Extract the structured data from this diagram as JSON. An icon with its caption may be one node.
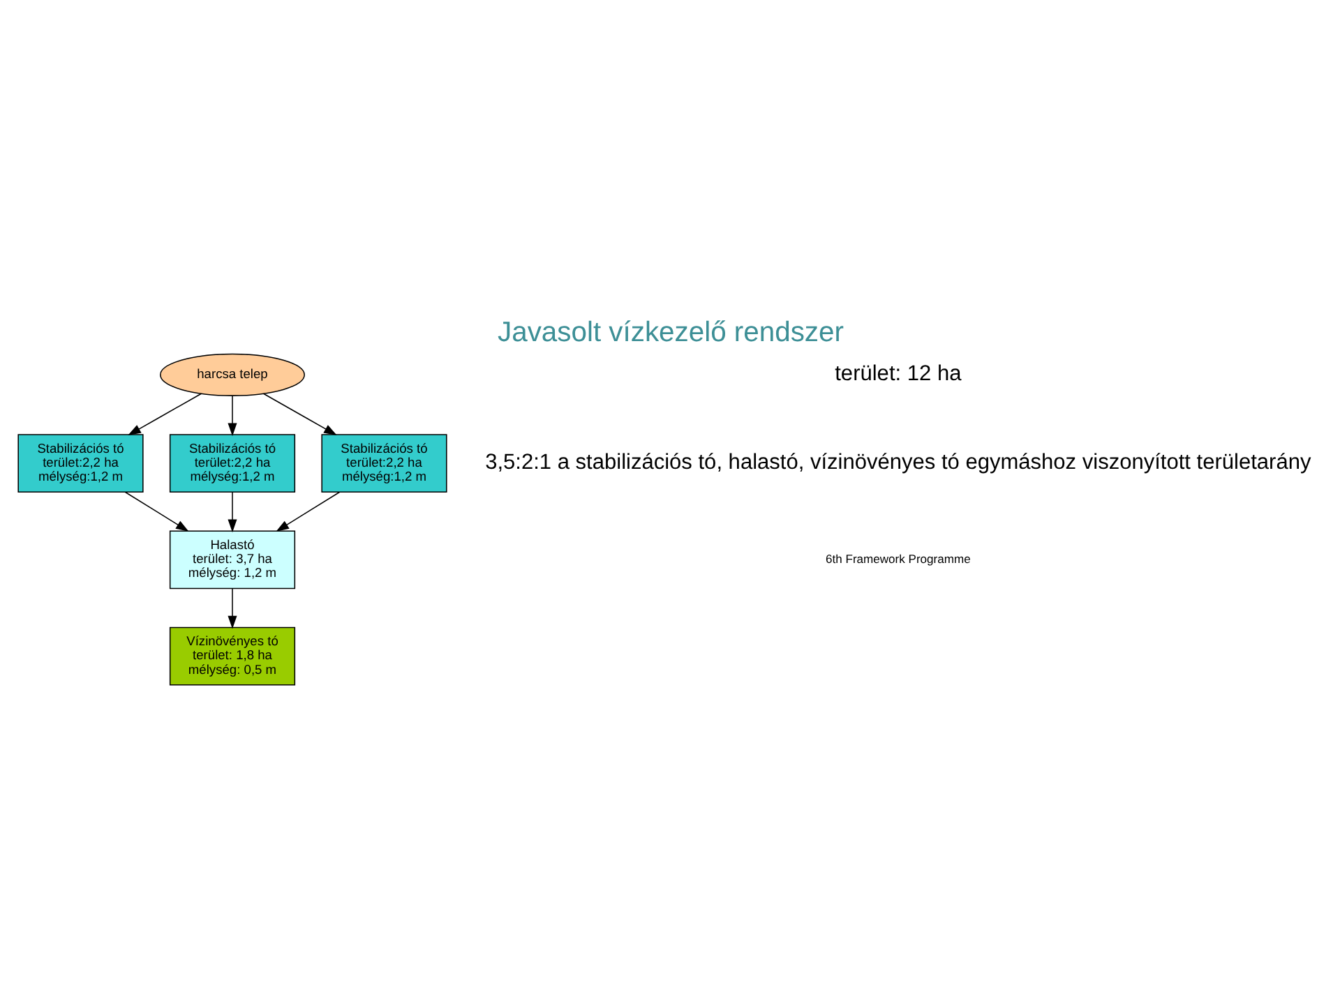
{
  "diagram": {
    "title": "Javasolt vízkezelő rendszer",
    "nodes": [
      {
        "text": [
          "harcsa telep"
        ]
      },
      {
        "text": [
          "Stabilizációs tó",
          "terület:2,2 ha",
          "mélység:1,2 m"
        ]
      },
      {
        "text": [
          "Stabilizációs tó",
          "terület:2,2 ha",
          "mélység:1,2 m"
        ]
      },
      {
        "text": [
          "Stabilizációs tó",
          "terület:2,2 ha",
          "mélység:1,2 m"
        ]
      },
      {
        "text": [
          "Halastó",
          "terület: 3,7 ha",
          "mélység: 1,2 m"
        ]
      },
      {
        "text": [
          "Vízinövényes tó",
          "terület: 1,8 ha",
          "mélység: 0,5 m"
        ]
      }
    ],
    "edges": [
      {
        "from": 0,
        "to": 1,
        "arrow": "to"
      },
      {
        "from": 0,
        "to": 2,
        "arrow": "to"
      },
      {
        "from": 0,
        "to": 3,
        "arrow": "to"
      },
      {
        "from": 1,
        "to": 4,
        "arrow": "to"
      },
      {
        "from": 2,
        "to": 4,
        "arrow": "to"
      },
      {
        "from": 3,
        "to": 4,
        "arrow": "to"
      },
      {
        "from": 4,
        "to": 5,
        "arrow": "to"
      }
    ],
    "labels": [
      "terület: 12 ha",
      "3,5:2:1 a stabilizációs tó, halastó, vízinövényes tó egymáshoz viszonyított területarány",
      "6th Framework Programme"
    ]
  }
}
